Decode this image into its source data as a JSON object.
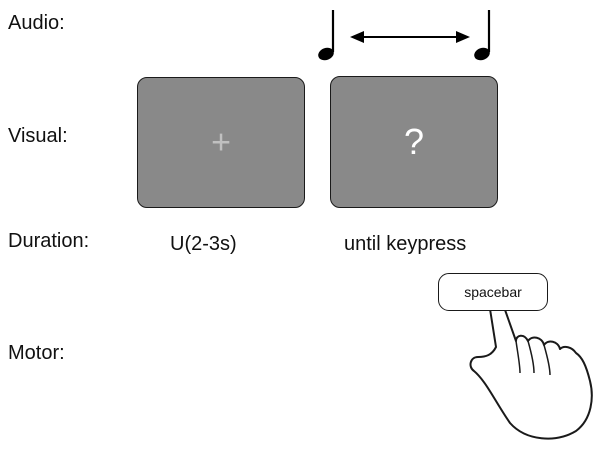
{
  "rows": {
    "audio": "Audio:",
    "visual": "Visual:",
    "duration": "Duration:",
    "motor": "Motor:"
  },
  "screens": {
    "fixation": {
      "symbol": "+",
      "color": "#898989"
    },
    "question": {
      "symbol": "?",
      "color": "#898989"
    }
  },
  "durations": {
    "fixation": "U(2-3s)",
    "question": "until keypress"
  },
  "motor": {
    "key_label": "spacebar"
  },
  "icons": [
    "music-note-icon",
    "double-arrow-icon",
    "hand-pointer-icon"
  ]
}
